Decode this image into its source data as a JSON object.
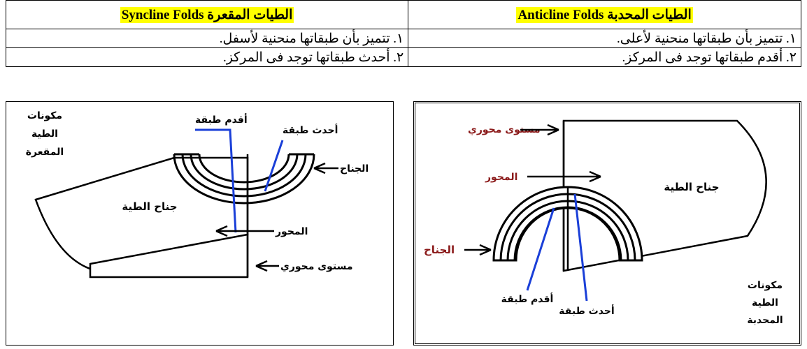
{
  "table": {
    "syncline": {
      "title_ar": "الطيات المقعرة",
      "title_en": "Syncline Folds",
      "point1": "١. تتميز بأن طبقاتها منحنية لأسفل.",
      "point2": "٢. أحدث طبقاتها توجد فى المركز."
    },
    "anticline": {
      "title_ar": "الطيات المحدبة",
      "title_en": "Anticline Folds",
      "point1": "١. تتميز بأن طبقاتها منحنية لأعلى.",
      "point2": "٢. أقدم طبقاتها توجد فى المركز."
    }
  },
  "syncline_diagram": {
    "components_line1": "مكونات",
    "components_line2": "الطية",
    "components_line3": "المقعرة",
    "oldest_layer": "أقدم طبقة",
    "newest_layer": "أحدث طبقة",
    "wing": "الجناح",
    "fold_wing": "جناح الطية",
    "axis": "المحور",
    "axial_plane": "مستوى محوري",
    "accent_color": "#000000"
  },
  "anticline_diagram": {
    "axial_plane": "مستوى محوري",
    "axis": "المحور",
    "fold_wing": "جناح الطية",
    "wing": "الجناح",
    "oldest_layer": "أقدم طبقة",
    "newest_layer": "أحدث طبقة",
    "components_line1": "مكونات",
    "components_line2": "الطية",
    "components_line3": "المحدبة",
    "accent_color": "#8b1a1a"
  }
}
